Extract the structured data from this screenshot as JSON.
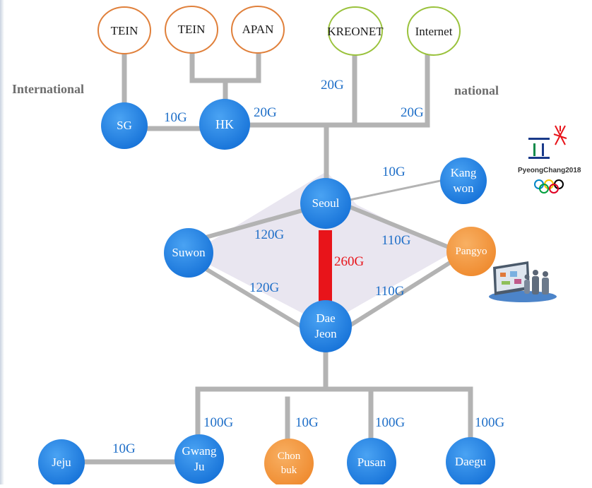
{
  "labels": {
    "international": "International",
    "national": "national"
  },
  "external": [
    {
      "id": "tein1",
      "label": "TEIN",
      "color": "#e0803b"
    },
    {
      "id": "tein2",
      "label": "TEIN",
      "color": "#e0803b"
    },
    {
      "id": "apan",
      "label": "APAN",
      "color": "#e0803b"
    },
    {
      "id": "kreonet",
      "label": "KREONET",
      "color": "#9ac23c"
    },
    {
      "id": "internet",
      "label": "Internet",
      "color": "#9ac23c"
    }
  ],
  "nodes": [
    {
      "id": "sg",
      "lines": [
        "SG"
      ],
      "color": "#1f7fe0"
    },
    {
      "id": "hk",
      "lines": [
        "HK"
      ],
      "color": "#1f7fe0"
    },
    {
      "id": "seoul",
      "lines": [
        "Seoul"
      ],
      "color": "#1f7fe0"
    },
    {
      "id": "kangwon",
      "lines": [
        "Kang",
        "won"
      ],
      "color": "#1f7fe0"
    },
    {
      "id": "suwon",
      "lines": [
        "Suwon"
      ],
      "color": "#1f7fe0"
    },
    {
      "id": "pangyo",
      "lines": [
        "Pangyo"
      ],
      "color": "#f39a45"
    },
    {
      "id": "daejeon",
      "lines": [
        "Dae",
        "Jeon"
      ],
      "color": "#1f7fe0"
    },
    {
      "id": "jeju",
      "lines": [
        "Jeju"
      ],
      "color": "#1f7fe0"
    },
    {
      "id": "gwangju",
      "lines": [
        "Gwang",
        "Ju"
      ],
      "color": "#1f7fe0"
    },
    {
      "id": "chonbuk",
      "lines": [
        "Chon",
        "buk"
      ],
      "color": "#f39a45"
    },
    {
      "id": "pusan",
      "lines": [
        "Pusan"
      ],
      "color": "#1f7fe0"
    },
    {
      "id": "daegu",
      "lines": [
        "Daegu"
      ],
      "color": "#1f7fe0"
    }
  ],
  "links": [
    {
      "id": "sg-hk",
      "bandwidth": "10G"
    },
    {
      "id": "hk-backbone",
      "bandwidth": "20G"
    },
    {
      "id": "kreonet",
      "bandwidth": "20G"
    },
    {
      "id": "internet",
      "bandwidth": "20G"
    },
    {
      "id": "seoul-kangwon",
      "bandwidth": "10G"
    },
    {
      "id": "seoul-suwon",
      "bandwidth": "120G"
    },
    {
      "id": "seoul-pangyo",
      "bandwidth": "110G"
    },
    {
      "id": "seoul-daejeon",
      "bandwidth": "260G",
      "color": "#e8141a"
    },
    {
      "id": "suwon-daejeon",
      "bandwidth": "120G"
    },
    {
      "id": "pangyo-daejeon",
      "bandwidth": "110G"
    },
    {
      "id": "gwangju",
      "bandwidth": "100G"
    },
    {
      "id": "chonbuk",
      "bandwidth": "10G"
    },
    {
      "id": "pusan",
      "bandwidth": "100G"
    },
    {
      "id": "daegu",
      "bandwidth": "100G"
    },
    {
      "id": "jeju-gwangju",
      "bandwidth": "10G"
    }
  ],
  "logo": {
    "text": "PyeongChang2018",
    "ring_colors": [
      "#0085c7",
      "#f4c300",
      "#000000",
      "#009f3d",
      "#df0024"
    ]
  },
  "colors": {
    "link": "#b3b3b3",
    "diamond_fill": "#e9e6f0",
    "bandwidth_text": "#1f6fc8"
  }
}
